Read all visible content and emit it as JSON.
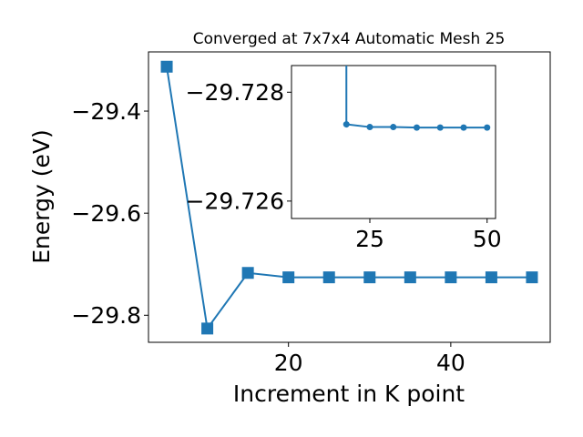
{
  "chart_data": [
    {
      "type": "line",
      "title": "Converged at 7x7x4 Automatic Mesh 25",
      "xlabel": "Increment in K point",
      "ylabel": "Energy (eV)",
      "xlim": [
        2.75,
        52.25
      ],
      "ylim": [
        -29.853,
        -29.284
      ],
      "xticks": [
        20,
        40
      ],
      "xtick_labels": [
        "20",
        "40"
      ],
      "yticks": [
        -29.4,
        -29.6,
        -29.8
      ],
      "ytick_labels": [
        "−29.4",
        "−29.6",
        "−29.8"
      ],
      "grid": false,
      "marker": "square",
      "x": [
        5,
        10,
        15,
        20,
        25,
        30,
        35,
        40,
        45,
        50
      ],
      "series": [
        {
          "values": [
            -29.313,
            -29.826,
            -29.717,
            -29.7257,
            -29.7257,
            -29.7257,
            -29.7257,
            -29.7257,
            -29.7257,
            -29.7257
          ]
        }
      ]
    },
    {
      "type": "line",
      "title": "",
      "xlabel": "",
      "ylabel": "",
      "xlim": [
        8.3,
        51.8
      ],
      "ylim": [
        -29.72568,
        -29.72849
      ],
      "xticks": [
        25,
        50
      ],
      "xtick_labels": [
        "25",
        "50"
      ],
      "yticks": [
        -29.728,
        -29.726
      ],
      "ytick_labels": [
        "−29.728",
        "−29.726"
      ],
      "grid": false,
      "marker": "circle",
      "x": [
        20,
        25,
        30,
        35,
        40,
        45,
        50
      ],
      "series": [
        {
          "values": [
            -29.72741,
            -29.72736,
            -29.72736,
            -29.72735,
            -29.72735,
            -29.72735,
            -29.72735
          ]
        }
      ]
    }
  ],
  "colors": {
    "series": "#1f77b4",
    "axes": "#000000",
    "background": "#ffffff"
  }
}
